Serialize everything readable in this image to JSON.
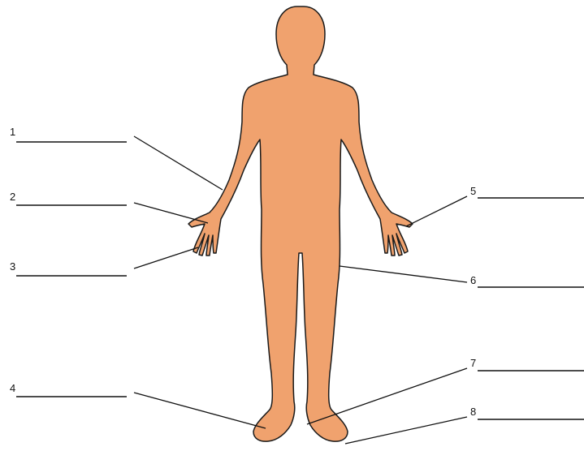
{
  "labels": [
    {
      "number": "1"
    },
    {
      "number": "2"
    },
    {
      "number": "3"
    },
    {
      "number": "4"
    },
    {
      "number": "5"
    },
    {
      "number": "6"
    },
    {
      "number": "7"
    },
    {
      "number": "8"
    }
  ],
  "colors": {
    "body_fill": "#f0a26e",
    "outline": "#1a1a1a",
    "line": "#111111"
  }
}
